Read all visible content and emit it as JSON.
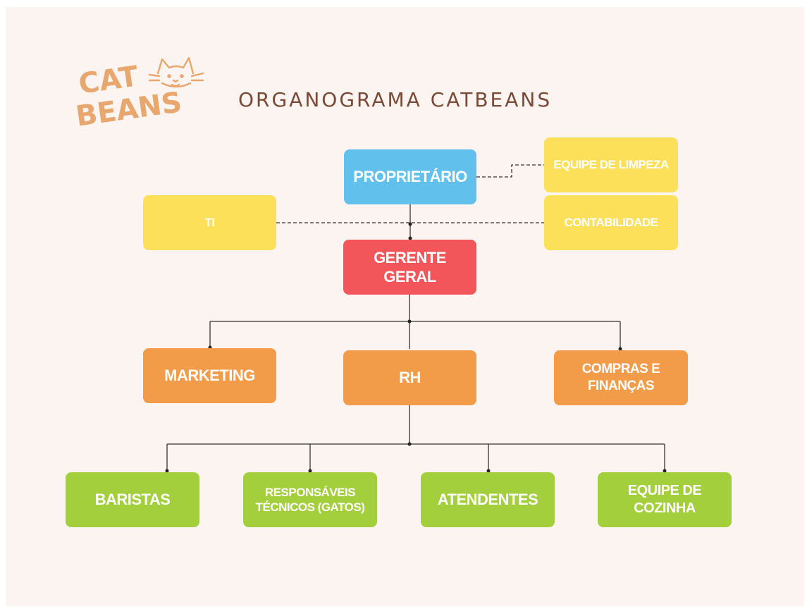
{
  "logo": {
    "line1": "CAT",
    "line2": "BEANS",
    "icon": "cat-face-icon",
    "color": "#e8a76e"
  },
  "title": "ORGANOGRAMA CATBEANS",
  "colors": {
    "proprietario": "#62c0ec",
    "support": "#fde05a",
    "gerente": "#f3565a",
    "departments": "#f29c4a",
    "staff": "#a4cf3c",
    "title": "#7a4a36",
    "background": "#fcf4f1"
  },
  "nodes": {
    "proprietario": "PROPRIETÁRIO",
    "equipe_limpeza": "EQUIPE DE LIMPEZA",
    "ti": "TI",
    "contabilidade": "CONTABILIDADE",
    "gerente_geral": "GERENTE GERAL",
    "marketing": "MARKETING",
    "rh": "RH",
    "compras_financas": "COMPRAS E FINANÇAS",
    "baristas": "BARISTAS",
    "responsaveis_line1": "RESPONSÁVEIS",
    "responsaveis_line2": "TÉCNICOS (GATOS)",
    "atendentes": "ATENDENTES",
    "equipe_cozinha": "EQUIPE DE COZINHA"
  }
}
